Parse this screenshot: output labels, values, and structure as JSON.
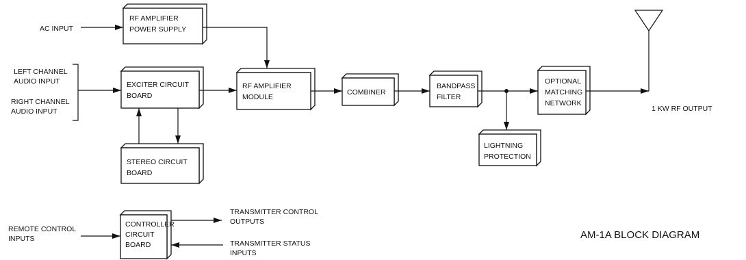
{
  "title": "AM-1A BLOCK DIAGRAM",
  "inputs": {
    "ac_input": "AC INPUT",
    "left_audio": [
      "LEFT CHANNEL",
      "AUDIO INPUT"
    ],
    "right_audio": [
      "RIGHT CHANNEL",
      "AUDIO INPUT"
    ],
    "remote_control": [
      "REMOTE CONTROL",
      "INPUTS"
    ]
  },
  "outputs": {
    "rf_output": "1 KW RF OUTPUT",
    "tx_control": [
      "TRANSMITTER CONTROL",
      "OUTPUTS"
    ],
    "tx_status": [
      "TRANSMITTER STATUS",
      "INPUTS"
    ]
  },
  "blocks": {
    "power_supply": [
      "RF AMPLIFIER",
      "POWER SUPPLY"
    ],
    "exciter": [
      "EXCITER CIRCUIT",
      "BOARD"
    ],
    "stereo": [
      "STEREO CIRCUIT",
      "BOARD"
    ],
    "rf_module": [
      "RF AMPLIFIER",
      "MODULE"
    ],
    "combiner": [
      "COMBINER"
    ],
    "bandpass": [
      "BANDPASS",
      "FILTER"
    ],
    "matching": [
      "OPTIONAL",
      "MATCHING",
      "NETWORK"
    ],
    "lightning": [
      "LIGHTNING",
      "PROTECTION"
    ],
    "controller": [
      "CONTROLLER",
      "CIRCUIT",
      "BOARD"
    ]
  }
}
